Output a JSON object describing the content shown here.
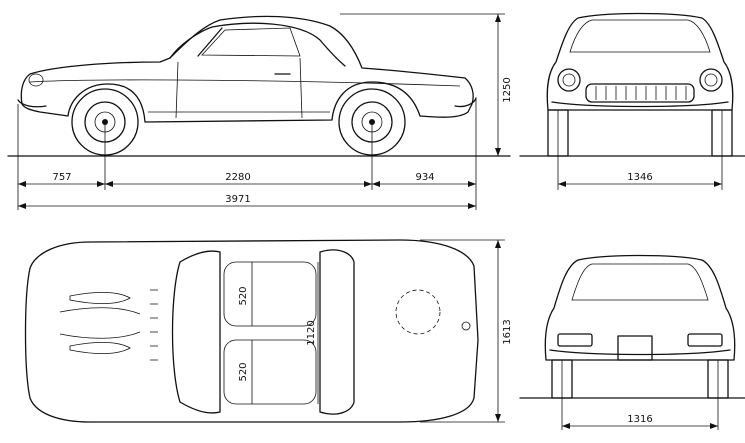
{
  "dimensions": {
    "front_overhang": "757",
    "wheelbase": "2280",
    "rear_overhang": "934",
    "overall_length": "3971",
    "height": "1250",
    "front_track": "1346",
    "overall_width": "1613",
    "rear_track": "1316",
    "seat_front": "520",
    "seat_rear": "520",
    "cabin_width": "1120"
  }
}
